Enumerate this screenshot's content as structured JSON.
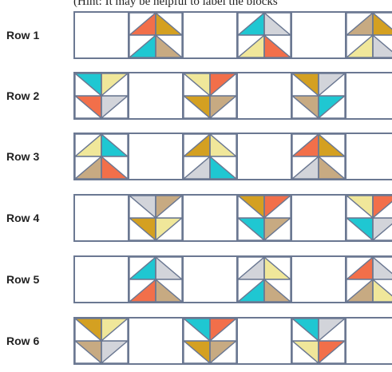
{
  "caption": "(Hint: It may be helpful to label the blocks",
  "colors": {
    "orange": "#f26f4a",
    "gold": "#d4a021",
    "teal": "#1fc7d2",
    "grey": "#d2d4da",
    "tan": "#c7aa82",
    "yellow": "#f0e79a",
    "border": "#6b7892"
  },
  "rows": [
    {
      "label": "Row 1",
      "blocks": [
        {
          "col": 1,
          "shape": "arrow-up",
          "tris": [
            "orange",
            "gold",
            "teal",
            "tan"
          ]
        },
        {
          "col": 3,
          "shape": "arrow-up",
          "tris": [
            "teal",
            "grey",
            "yellow",
            "orange"
          ]
        },
        {
          "col": 5,
          "shape": "arrow-up",
          "tris": [
            "tan",
            "gold",
            "yellow",
            "grey"
          ]
        }
      ]
    },
    {
      "label": "Row 2",
      "blocks": [
        {
          "col": 0,
          "shape": "arrow-down",
          "tris": [
            "teal",
            "yellow",
            "orange",
            "grey"
          ]
        },
        {
          "col": 2,
          "shape": "arrow-down",
          "tris": [
            "yellow",
            "orange",
            "gold",
            "tan"
          ]
        },
        {
          "col": 4,
          "shape": "arrow-down",
          "tris": [
            "gold",
            "grey",
            "tan",
            "teal"
          ]
        }
      ]
    },
    {
      "label": "Row 3",
      "blocks": [
        {
          "col": 0,
          "shape": "arrow-up",
          "tris": [
            "yellow",
            "teal",
            "tan",
            "orange"
          ]
        },
        {
          "col": 2,
          "shape": "arrow-up",
          "tris": [
            "gold",
            "yellow",
            "grey",
            "teal"
          ]
        },
        {
          "col": 4,
          "shape": "arrow-up",
          "tris": [
            "orange",
            "gold",
            "grey",
            "tan"
          ]
        }
      ]
    },
    {
      "label": "Row 4",
      "blocks": [
        {
          "col": 1,
          "shape": "arrow-down",
          "tris": [
            "grey",
            "tan",
            "gold",
            "yellow"
          ]
        },
        {
          "col": 3,
          "shape": "arrow-down",
          "tris": [
            "gold",
            "orange",
            "teal",
            "tan"
          ]
        },
        {
          "col": 5,
          "shape": "arrow-down",
          "tris": [
            "yellow",
            "orange",
            "teal",
            "grey"
          ]
        }
      ]
    },
    {
      "label": "Row 5",
      "blocks": [
        {
          "col": 1,
          "shape": "arrow-up",
          "tris": [
            "teal",
            "grey",
            "orange",
            "tan"
          ]
        },
        {
          "col": 3,
          "shape": "arrow-up",
          "tris": [
            "grey",
            "yellow",
            "teal",
            "tan"
          ]
        },
        {
          "col": 5,
          "shape": "arrow-up",
          "tris": [
            "orange",
            "grey",
            "tan",
            "yellow"
          ]
        }
      ]
    },
    {
      "label": "Row 6",
      "blocks": [
        {
          "col": 0,
          "shape": "arrow-down",
          "tris": [
            "gold",
            "yellow",
            "tan",
            "grey"
          ]
        },
        {
          "col": 2,
          "shape": "arrow-down",
          "tris": [
            "teal",
            "orange",
            "gold",
            "tan"
          ]
        },
        {
          "col": 4,
          "shape": "arrow-down",
          "tris": [
            "teal",
            "grey",
            "yellow",
            "orange"
          ]
        }
      ]
    }
  ]
}
